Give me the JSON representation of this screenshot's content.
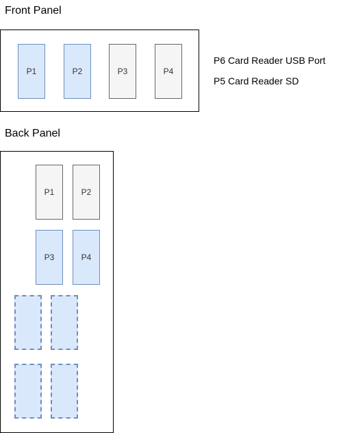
{
  "front_panel": {
    "title": "Front Panel",
    "ports": [
      {
        "label": "P1",
        "style": "active",
        "color": "#dae8fc"
      },
      {
        "label": "P2",
        "style": "active",
        "color": "#dae8fc"
      },
      {
        "label": "P3",
        "style": "inactive",
        "color": "#f5f5f5"
      },
      {
        "label": "P4",
        "style": "inactive",
        "color": "#f5f5f5"
      }
    ],
    "notes": [
      "P6 Card Reader USB Port",
      "P5 Card Reader SD"
    ]
  },
  "back_panel": {
    "title": "Back Panel",
    "ports": [
      {
        "label": "P1",
        "style": "inactive",
        "color": "#f5f5f5"
      },
      {
        "label": "P2",
        "style": "inactive",
        "color": "#f5f5f5"
      },
      {
        "label": "P3",
        "style": "active",
        "color": "#dae8fc"
      },
      {
        "label": "P4",
        "style": "active",
        "color": "#dae8fc"
      }
    ],
    "placeholder_slots": 4
  },
  "colors": {
    "active_fill": "#dae8fc",
    "active_stroke": "#6c8ebf",
    "inactive_fill": "#f5f5f5",
    "inactive_stroke": "#666666"
  }
}
